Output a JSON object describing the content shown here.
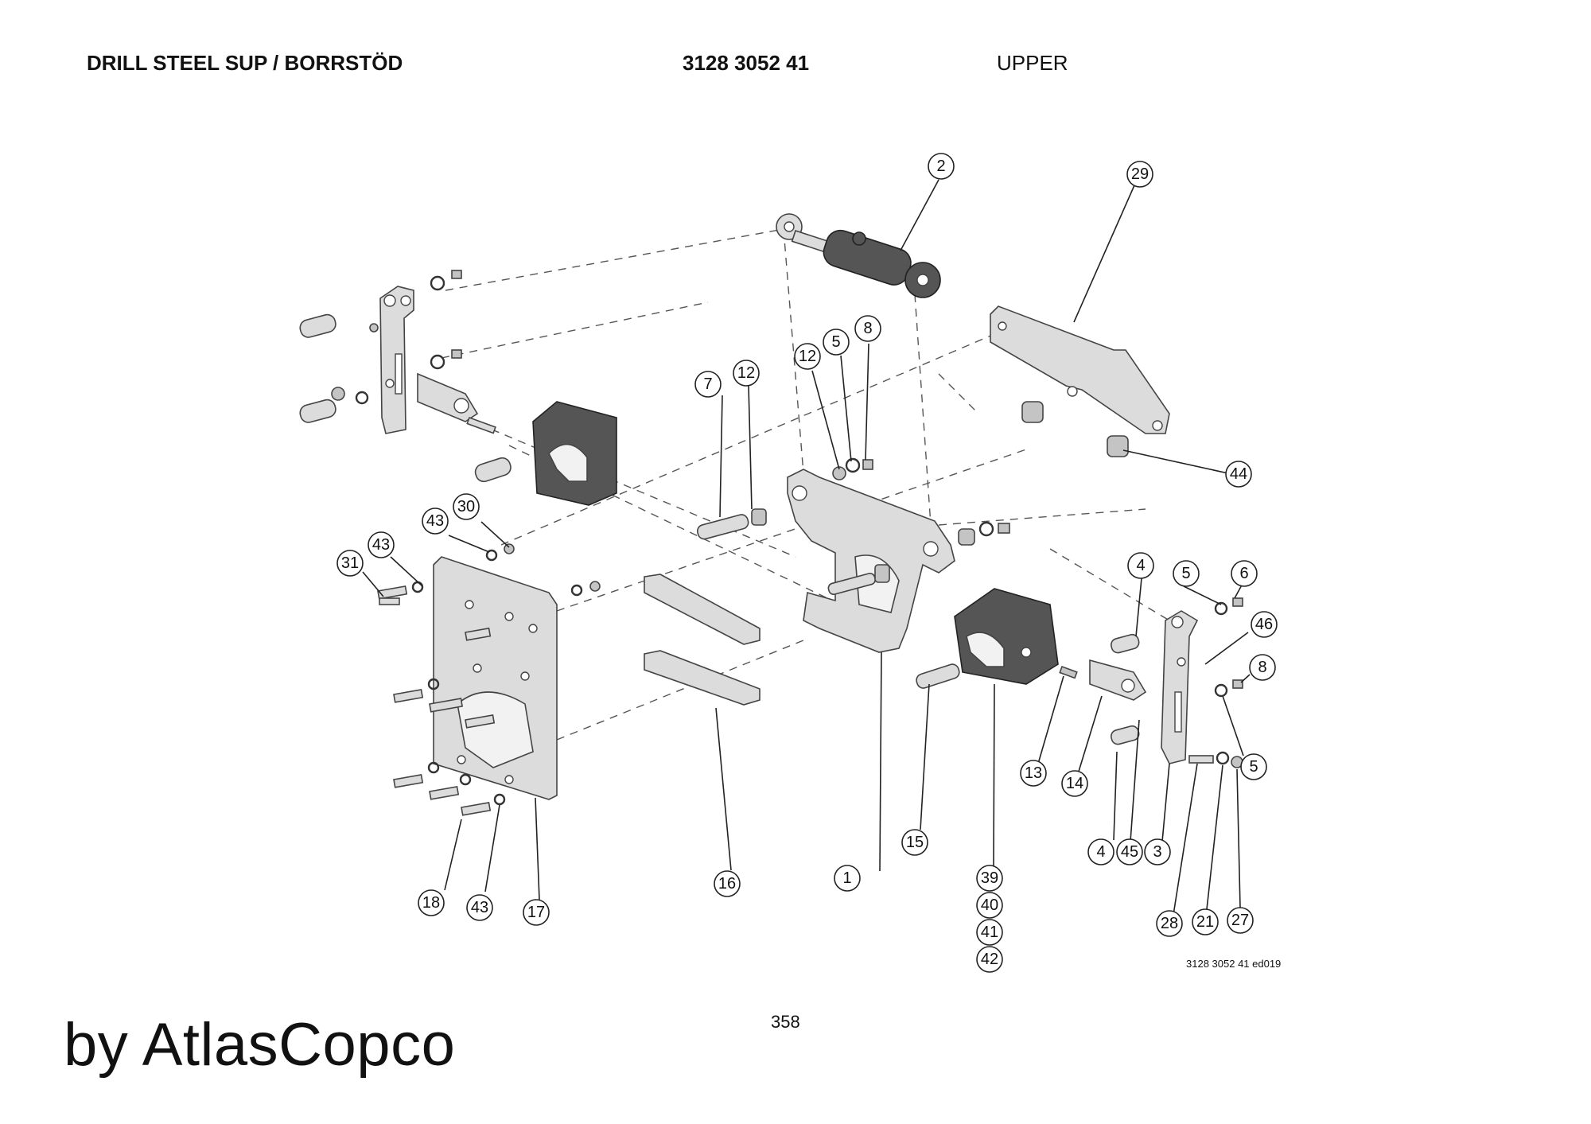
{
  "header": {
    "title": "DRILL STEEL SUP / BORRSTÖD",
    "part_number": "3128 3052 41",
    "section": "UPPER"
  },
  "drawing_ref": "3128 3052 41 ed019",
  "page_number": "358",
  "watermark": "by AtlasCopco",
  "balloons": {
    "b1": "1",
    "b2": "2",
    "b3": "3",
    "b4a": "4",
    "b4b": "4",
    "b5a": "5",
    "b5b": "5",
    "b5c": "5",
    "b6": "6",
    "b7": "7",
    "b8a": "8",
    "b8b": "8",
    "b12a": "12",
    "b12b": "12",
    "b13": "13",
    "b14": "14",
    "b15": "15",
    "b16": "16",
    "b17": "17",
    "b18": "18",
    "b21": "21",
    "b27": "27",
    "b28": "28",
    "b29": "29",
    "b30": "30",
    "b31": "31",
    "b39": "39",
    "b40": "40",
    "b41": "41",
    "b42": "42",
    "b43a": "43",
    "b43b": "43",
    "b43c": "43",
    "b44": "44",
    "b45": "45",
    "b46": "46"
  }
}
